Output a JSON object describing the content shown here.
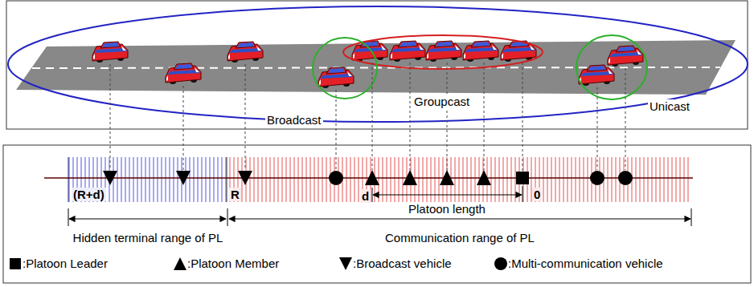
{
  "diagram": {
    "labels": [
      "Groupcast",
      "Broadcast",
      "Unicast",
      "(R+d)",
      "R",
      "d",
      "0",
      "Platoon length",
      "Hidden terminal range of PL",
      "Communication range of PL"
    ],
    "legend": [
      {
        "text": ":Platoon Leader"
      },
      {
        "text": ":Platoon Member"
      },
      {
        "text": ":Broadcast vehicle"
      },
      {
        "text": ":Multi-communication vehicle"
      }
    ]
  }
}
